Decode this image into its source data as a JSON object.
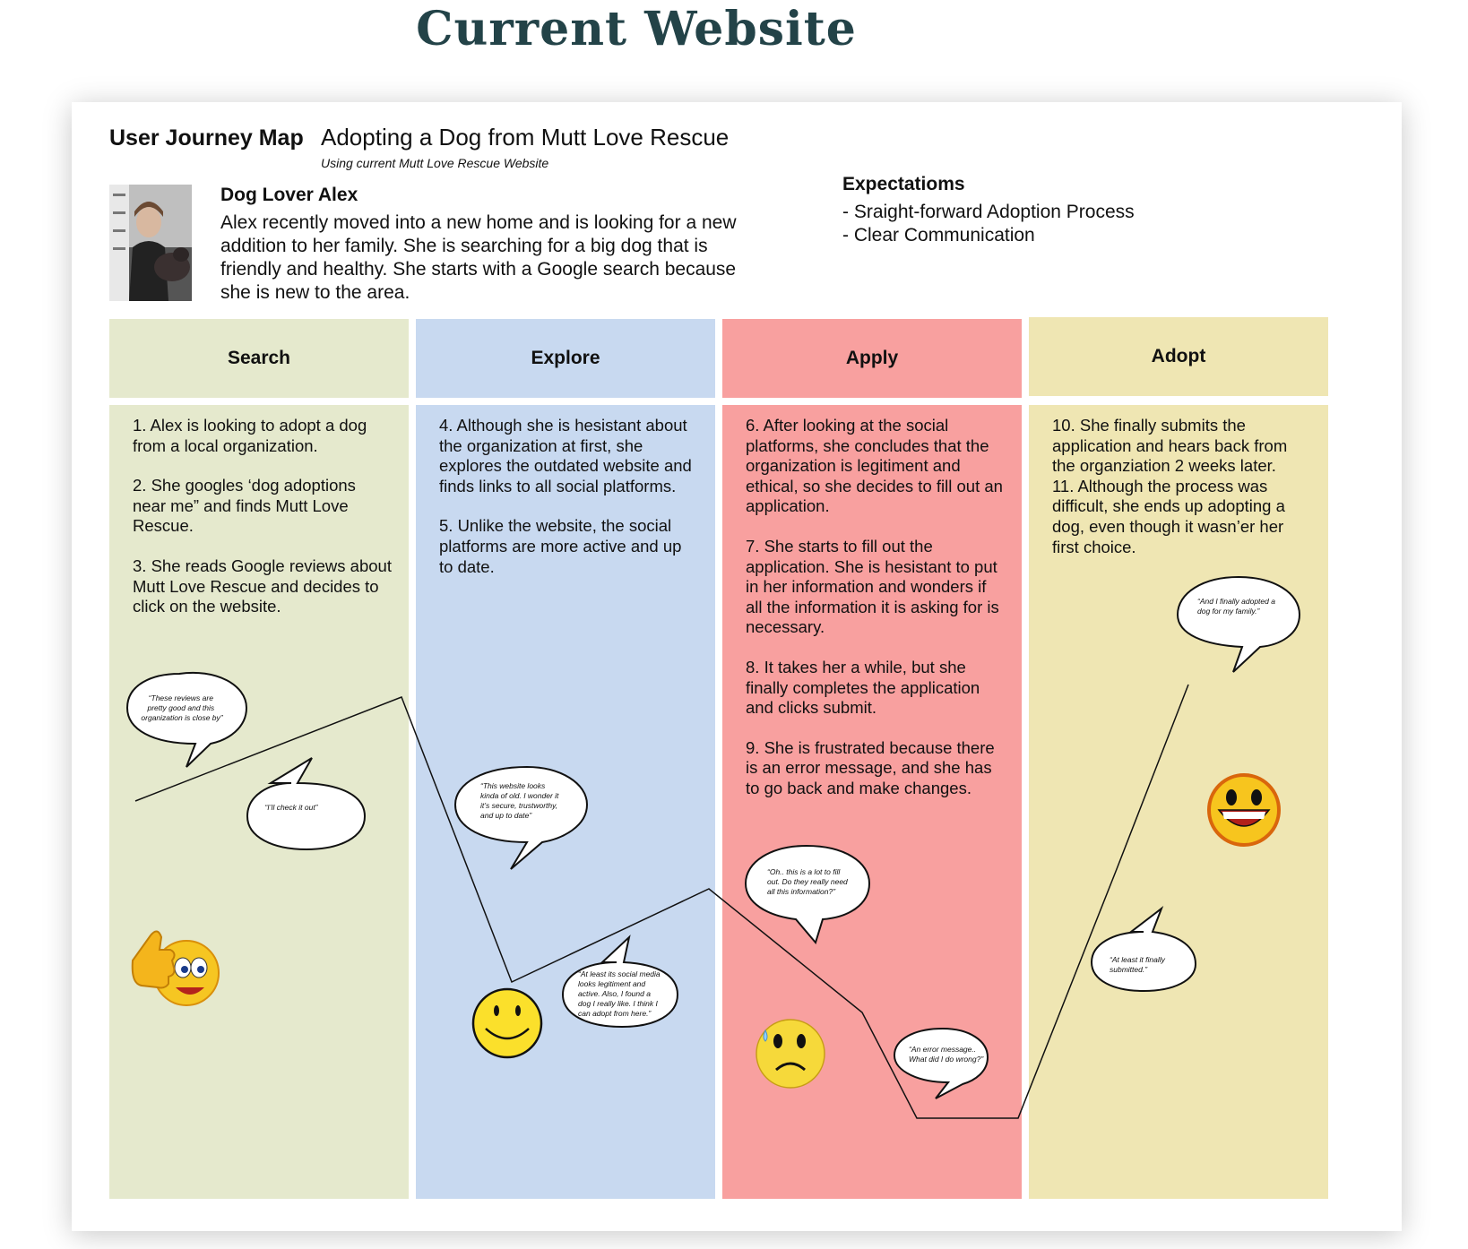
{
  "page_title": "Current Website",
  "header": {
    "label": "User Journey Map",
    "title": "Adopting a Dog from Mutt Love Rescue",
    "subtitle": "Using current Mutt Love Rescue Website"
  },
  "persona": {
    "name": "Dog Lover Alex",
    "description": "Alex recently moved into a new home and is looking for a new addition to her family. She is searching for a big dog that is friendly and healthy. She starts with a Google search because she is new to the area."
  },
  "expectations": {
    "title": "Expectatioms",
    "items": [
      "- Sraight-forward Adoption Process",
      "- Clear Communication"
    ]
  },
  "colors": {
    "search": "#e5e9cd",
    "explore": "#c8d9f0",
    "apply": "#f8a09f",
    "adopt": "#efe6b3",
    "title": "#234348"
  },
  "stages": [
    {
      "name": "Search",
      "steps": [
        "1. Alex is looking to adopt a dog from a local organization.",
        "2. She googles ‘dog adoptions near me” and finds Mutt Love Rescue.",
        "3. She reads Google reviews about Mutt Love Rescue and decides to click on the website."
      ]
    },
    {
      "name": "Explore",
      "steps": [
        "4. Although she is hesistant about the organization at first, she explores the outdated website and finds links to all social platforms.",
        "5. Unlike the website, the social platforms are more active and up to date."
      ]
    },
    {
      "name": "Apply",
      "steps": [
        "6. After looking at the social platforms, she concludes that the organization is legitiment and ethical, so she decides to fill out an application.",
        "7. She starts to fill out the application. She is hesistant to put in her information and wonders if all the information it is asking for is necessary.",
        "8. It takes her a while, but she finally completes the application and clicks submit.",
        "9. She is frustrated because there is an error message, and she has to go back and make changes."
      ]
    },
    {
      "name": "Adopt",
      "steps": [
        "10. She finally submits the application and hears back from the organziation 2 weeks later.",
        "11. Although the process was difficult, she ends up adopting a dog, even though it wasn’er her first choice."
      ]
    }
  ],
  "quotes": {
    "q1": [
      "“These reviews are",
      "pretty good and this",
      "organization is close by”"
    ],
    "q2": [
      "“I’ll check it out”"
    ],
    "q3": [
      "“This website looks",
      "kinda of old. I wonder it",
      "it’s secure, trustworthy,",
      "and up to date”"
    ],
    "q4": [
      "“At least its social media",
      "looks legitiment and",
      "active. Also, I found a",
      "dog I really like. I think I",
      "can adopt from here.”"
    ],
    "q5": [
      "“Oh.. this is a lot to fill",
      "out. Do they really need",
      "all this information?”"
    ],
    "q6": [
      "“An error message..",
      "What did I do wrong?”"
    ],
    "q7": [
      "“And I finally adopted a",
      "dog for my family.”"
    ],
    "q8": [
      "“At least it finally",
      "submitted.”"
    ]
  },
  "emotions": [
    "thumbs-up",
    "happy",
    "sad",
    "laughing"
  ]
}
